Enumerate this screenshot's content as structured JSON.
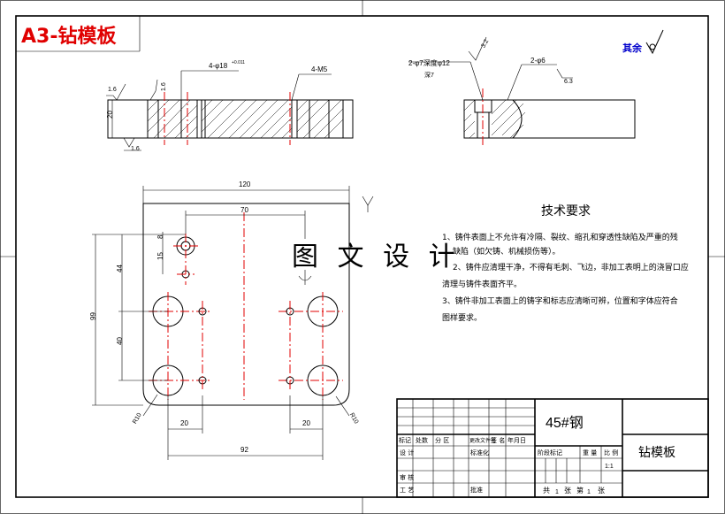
{
  "title": "A3-钻模板",
  "surface_note": "其余",
  "watermark": "图 文 设 计",
  "top_view": {
    "hole_callout_left": "4-φ18",
    "hole_callout_left_tol": "+0.011",
    "thread_callout": "4-M5",
    "rough_1": "1.6",
    "rough_2": "1.6",
    "rough_3": "1.6",
    "thickness": "20"
  },
  "side_view": {
    "callout_1": "2-φ7深度φ12",
    "callout_1b": "深7",
    "callout_2": "2-φ6",
    "rough_top": "3.2",
    "rough_2": "6.3"
  },
  "plan_view": {
    "dim_width": "120",
    "dim_70": "70",
    "dim_8": "8",
    "dim_15": "15",
    "dim_44": "44",
    "dim_40": "40",
    "dim_99": "99",
    "dim_20_left": "20",
    "dim_20_right": "20",
    "dim_92": "92",
    "radius_left": "R10",
    "radius_right": "R10"
  },
  "tech": {
    "heading": "技术要求",
    "line1": "1、铸件表面上不允许有冷隔、裂纹、缩孔和穿透性缺陷及严重的残",
    "line2": "缺陷（如欠铸、机械损伤等）。",
    "line3": "2、铸件应清理干净，不得有毛刺、飞边，非加工表明上的浇冒口应",
    "line4": "清理与铸件表面齐平。",
    "line5": "3、铸件非加工表面上的铸字和标志应清晰可辨，位置和字体应符合",
    "line6": "图样要求。"
  },
  "titleblock": {
    "material": "45#钢",
    "part_name": "钻模板",
    "h_mark": "标记",
    "h_count": "处数",
    "h_zone": "分 区",
    "h_docno": "更改文件号",
    "h_sign": "签 名",
    "h_date": "年月日",
    "r_design": "设 计",
    "r_std": "标准化",
    "r_check": "审 核",
    "r_process": "工 艺",
    "r_approve": "批准",
    "c_stage": "阶段标记",
    "c_weight": "重 量",
    "c_scale": "比 例",
    "scale_value": "1:1",
    "sheets_total": "共",
    "sheets_unit": "张",
    "sheet_no": "第",
    "sheet_unit2": "张",
    "sheet_1a": "1",
    "sheet_1b": "1"
  }
}
